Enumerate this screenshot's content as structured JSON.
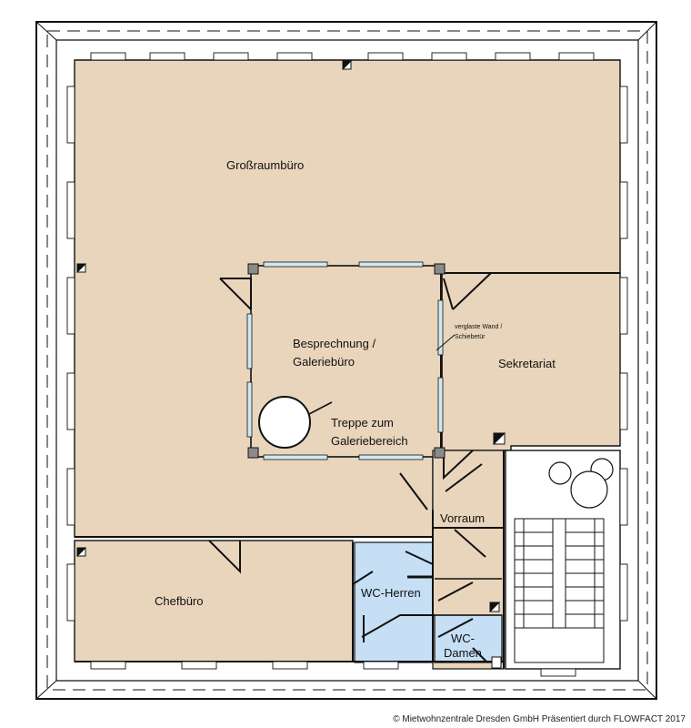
{
  "rooms": {
    "grossraum": "Großraumbüro",
    "besprechung": "Besprechnung /\nGaleriebüro",
    "treppe": "Treppe zum\nGaleriebereich",
    "verglast": "verglaste Wand /\nSchiebetür",
    "sekretariat": "Sekretariat",
    "vorraum": "Vorraum",
    "chefbuero": "Chefbüro",
    "wc_herren": "WC-Herren",
    "wc_damen": "WC-\nDamen"
  },
  "footer": "© Mietwohnzentrale Dresden GmbH Präsentiert durch FLOWFACT 2017",
  "colors": {
    "floor": "#e8d5bc",
    "wc": "#c6dff4",
    "wall": "#111111",
    "window": "#cfe9f2",
    "pillar": "#8a8a8a"
  }
}
